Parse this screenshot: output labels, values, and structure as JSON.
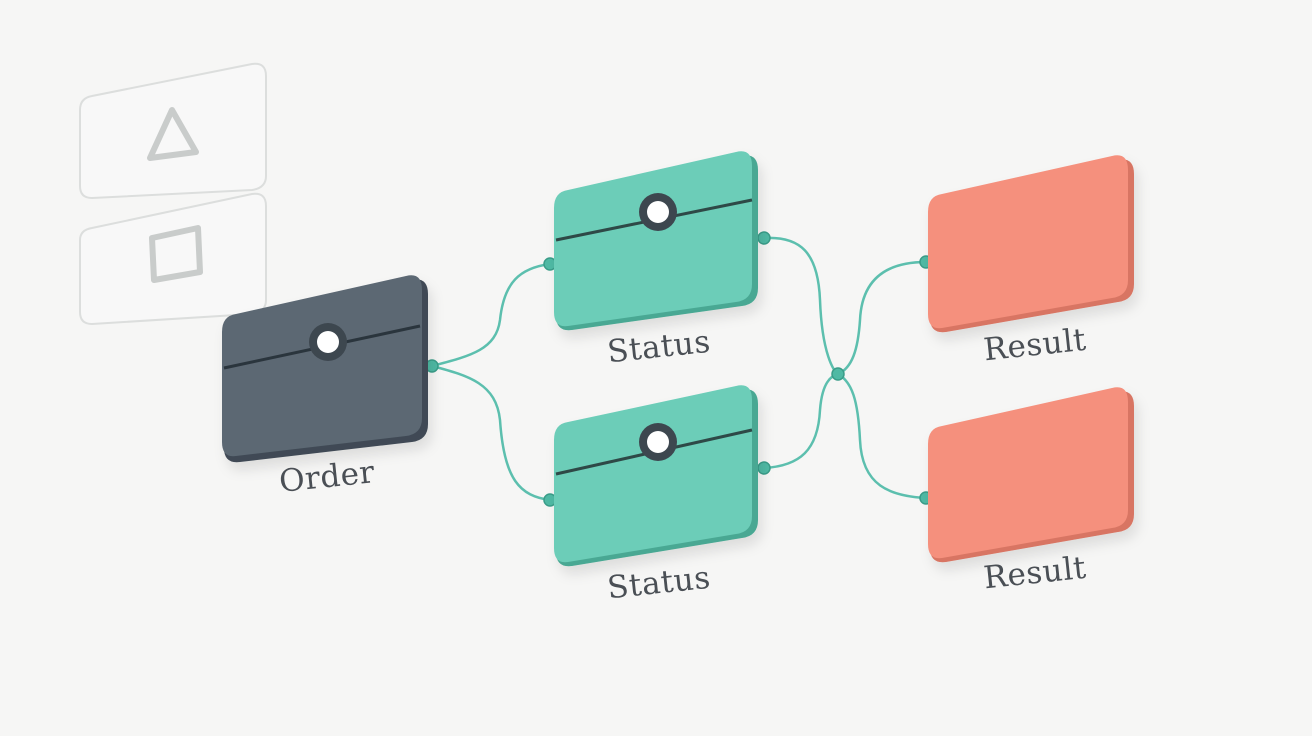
{
  "colors": {
    "background": "#f6f6f5",
    "order": "#5c6873",
    "order_dark": "#3f4a55",
    "status": "#6ccdb8",
    "status_dark": "#4aa893",
    "result": "#f5907d",
    "result_dark": "#d87563",
    "wire": "#5cbfae",
    "ghost": "#d7d9d9",
    "label": "#4a4f55"
  },
  "palette": {
    "items": [
      {
        "icon": "triangle-icon"
      },
      {
        "icon": "square-icon"
      }
    ]
  },
  "nodes": {
    "order": {
      "label": "Order",
      "icon": "ring-icon"
    },
    "status_top": {
      "label": "Status",
      "icon": "ring-icon"
    },
    "status_bottom": {
      "label": "Status",
      "icon": "ring-icon"
    },
    "result_top": {
      "label": "Result"
    },
    "result_bottom": {
      "label": "Result"
    }
  },
  "edges": [
    {
      "from": "order",
      "to": "status_top"
    },
    {
      "from": "order",
      "to": "status_bottom"
    },
    {
      "from": "status_top",
      "to": "result_bottom"
    },
    {
      "from": "status_bottom",
      "to": "result_top"
    }
  ]
}
